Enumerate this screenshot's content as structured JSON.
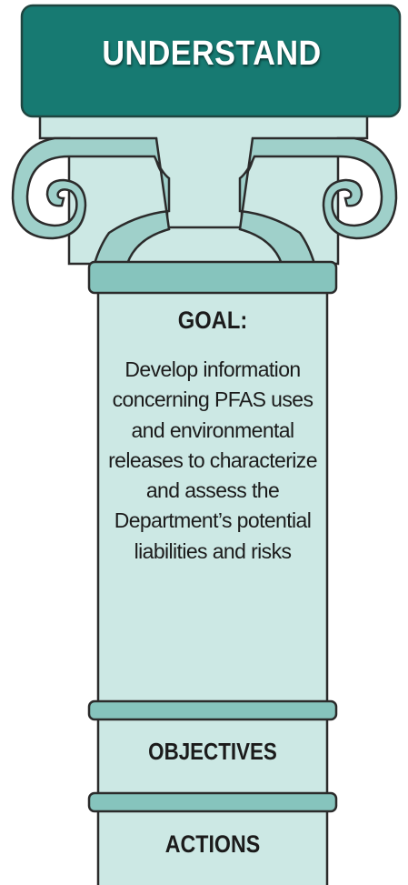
{
  "pillar": {
    "title": "UNDERSTAND",
    "goal_heading": "GOAL:",
    "goal_text": "Develop information concerning PFAS uses and environmental releases to characterize and assess the Department’s potential liabilities and risks",
    "objectives_label": "OBJECTIVES",
    "actions_label": "ACTIONS"
  },
  "colors": {
    "capital_top": "#177a72",
    "capital_outline": "#1f4540",
    "column_fill": "#cce8e4",
    "band_fill": "#86c4bd",
    "scroll_fill": "#9fd0ca"
  }
}
